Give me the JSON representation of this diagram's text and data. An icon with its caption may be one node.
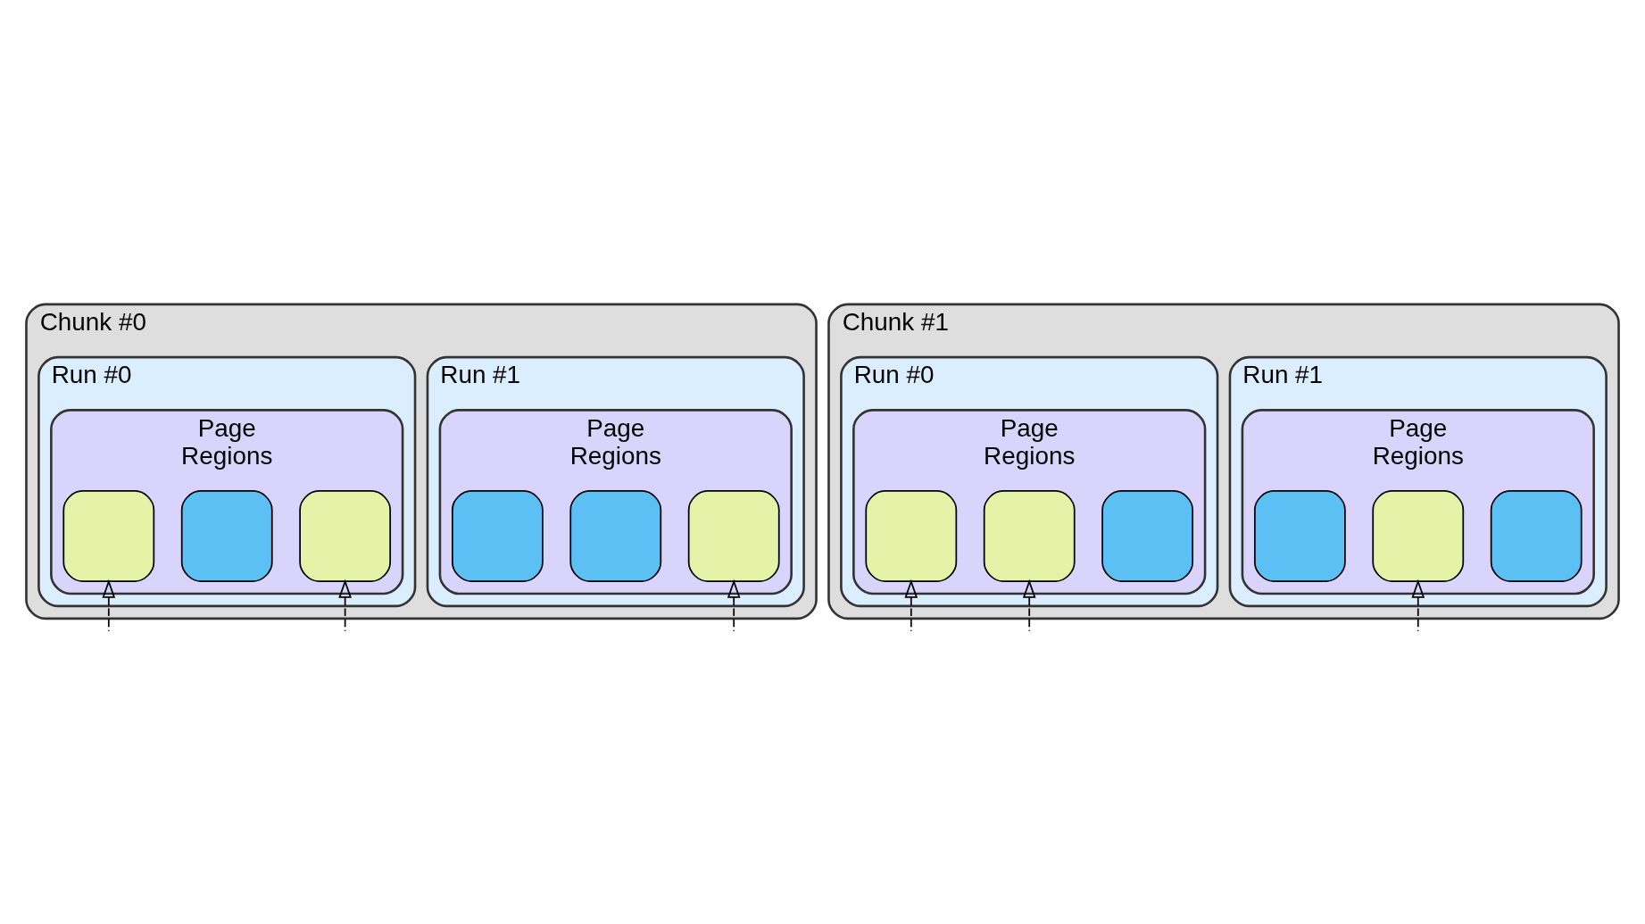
{
  "diagram": {
    "nodes": [
      {
        "text": [
          "Chunk #0"
        ]
      },
      {
        "text": [
          "Run #0"
        ],
        "in": 0
      },
      {
        "text": [
          "Page",
          "Regions"
        ],
        "in": 1
      },
      {
        "text": [],
        "shape": "box",
        "in": 2
      },
      {
        "text": [],
        "shape": "box",
        "in": 2
      },
      {
        "text": [],
        "shape": "box",
        "in": 2
      },
      {
        "text": [
          "Run #1"
        ],
        "in": 0
      },
      {
        "text": [
          "Page",
          "Regions"
        ],
        "in": 6
      },
      {
        "text": [],
        "shape": "box",
        "in": 7
      },
      {
        "text": [],
        "shape": "box",
        "in": 7
      },
      {
        "text": [],
        "shape": "box",
        "in": 7
      },
      {
        "text": [
          "Chunk #1"
        ]
      },
      {
        "text": [
          "Run #0"
        ],
        "in": 11
      },
      {
        "text": [
          "Page",
          "Regions"
        ],
        "in": 12
      },
      {
        "text": [],
        "shape": "box",
        "in": 13
      },
      {
        "text": [],
        "shape": "box",
        "in": 13
      },
      {
        "text": [],
        "shape": "box",
        "in": 13
      },
      {
        "text": [
          "Run #1"
        ],
        "in": 11
      },
      {
        "text": [
          "Page",
          "Regions"
        ],
        "in": 17
      },
      {
        "text": [],
        "shape": "box",
        "in": 18
      },
      {
        "text": [],
        "shape": "box",
        "in": 18
      },
      {
        "text": [],
        "shape": "box",
        "in": 18
      }
    ],
    "edges": [
      {
        "from": null,
        "to": 3,
        "arrow": "to",
        "style": "dashed"
      },
      {
        "from": null,
        "to": 5,
        "arrow": "to",
        "style": "dashed"
      },
      {
        "from": null,
        "to": 10,
        "arrow": "to",
        "style": "dashed"
      },
      {
        "from": null,
        "to": 14,
        "arrow": "to",
        "style": "dashed"
      },
      {
        "from": null,
        "to": 15,
        "arrow": "to",
        "style": "dashed"
      },
      {
        "from": null,
        "to": 20,
        "arrow": "to",
        "style": "dashed"
      }
    ]
  }
}
